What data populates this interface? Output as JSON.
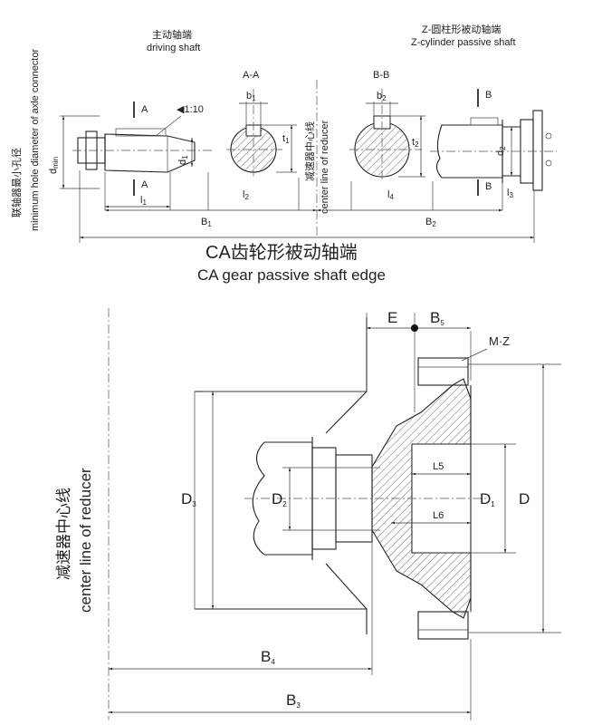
{
  "top": {
    "left_vertical_cn": "联轴器最小孔径",
    "left_vertical_en": "minimum hole diameter of axle connector",
    "driving_shaft_cn": "主动轴端",
    "driving_shaft_en": "driving shaft",
    "passive_shaft_cn": "Z-圆柱形被动轴端",
    "passive_shaft_en": "Z-cylinder passive shaft",
    "section_aa": "A-A",
    "section_bb": "B-B",
    "taper": "1:10",
    "center_cn": "减速器中心线",
    "center_en": "center line of reducer",
    "labels": {
      "dmin": "d",
      "dmin_sub": "min",
      "A": "A",
      "B": "B",
      "d1": "d",
      "d1_sub": "1",
      "d2": "d",
      "d2_sub": "2",
      "b1": "b",
      "b1_sub": "1",
      "b2": "b",
      "b2_sub": "2",
      "t1": "t",
      "t1_sub": "1",
      "t2": "t",
      "t2_sub": "2",
      "l1": "l",
      "l1_sub": "1",
      "l2": "l",
      "l2_sub": "2",
      "l3": "l",
      "l3_sub": "3",
      "l4": "l",
      "l4_sub": "4",
      "B1": "B",
      "B1_sub": "1",
      "B2": "B",
      "B2_sub": "2"
    }
  },
  "mid": {
    "title_cn": "CA齿轮形被动轴端",
    "title_en": "CA gear passive shaft edge"
  },
  "bottom": {
    "center_cn": "减速器中心线",
    "center_en": "center line of reducer",
    "labels": {
      "E": "E",
      "B5": "B",
      "B5_sub": "5",
      "MZ": "M·Z",
      "L5": "L5",
      "L6": "L6",
      "D": "D",
      "D1": "D",
      "D1_sub": "1",
      "D2": "D",
      "D2_sub": "2",
      "D3": "D",
      "D3_sub": "3",
      "B4": "B",
      "B4_sub": "4",
      "B3": "B",
      "B3_sub": "3"
    }
  }
}
